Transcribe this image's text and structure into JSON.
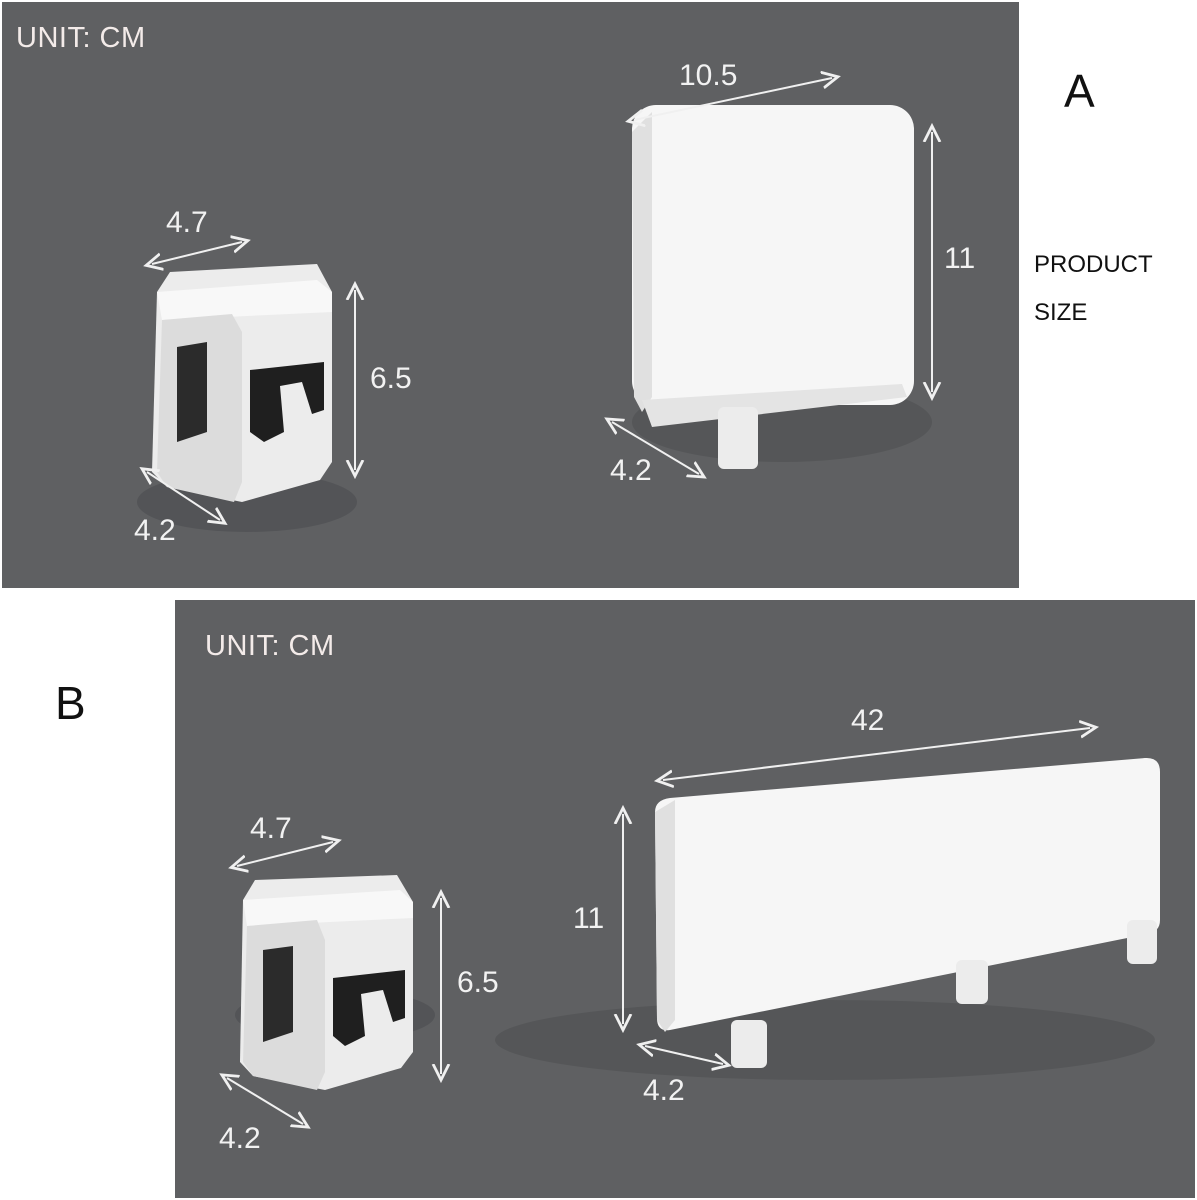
{
  "panel_a": {
    "unit": "UNIT: CM",
    "letter": "A",
    "label_line1": "PRODUCT",
    "label_line2": "SIZE",
    "hook": {
      "width": "4.7",
      "height": "6.5",
      "depth": "4.2"
    },
    "box": {
      "width": "10.5",
      "height": "11",
      "depth": "4.2"
    }
  },
  "panel_b": {
    "unit": "UNIT: CM",
    "letter": "B",
    "hook": {
      "width": "4.7",
      "height": "6.5",
      "depth": "4.2"
    },
    "box": {
      "width": "42",
      "height": "11",
      "depth": "4.2"
    }
  },
  "colors": {
    "background": "#5f6062",
    "product": "#f4f4f4",
    "hook": "#222222",
    "text": "#f2f2f2"
  }
}
